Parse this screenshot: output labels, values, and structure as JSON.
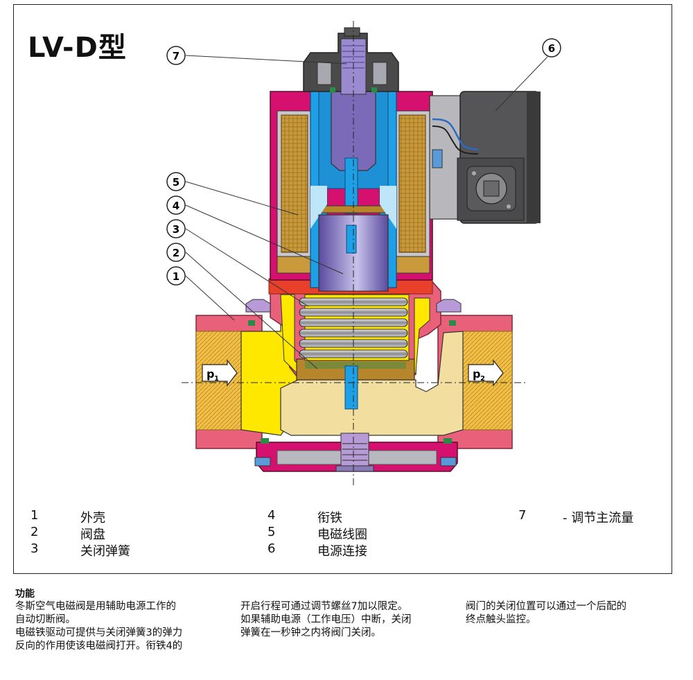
{
  "title": "LV-D型",
  "callouts": [
    "1",
    "2",
    "3",
    "4",
    "5",
    "6",
    "7"
  ],
  "pressure_labels": {
    "p1_main": "p",
    "p1_sub": "1",
    "p2_main": "p",
    "p2_sub": "2"
  },
  "legend": [
    {
      "num": "1",
      "label": "外壳"
    },
    {
      "num": "2",
      "label": "阀盘"
    },
    {
      "num": "3",
      "label": "关闭弹簧"
    },
    {
      "num": "4",
      "label": "衔铁"
    },
    {
      "num": "5",
      "label": "电磁线圈"
    },
    {
      "num": "6",
      "label": "电源连接"
    },
    {
      "num": "7",
      "label": "- 调节主流量"
    }
  ],
  "function": {
    "heading": "功能",
    "col1": [
      "冬斯空气电磁阀是用辅助电源工作的",
      "自动切断阀。",
      "电磁铁驱动可提供与关闭弹簧3的弹力",
      "反向的作用使该电磁阀打开。衔铁4的"
    ],
    "col2": [
      "开启行程可通过调节螺丝7加以限定。",
      "如果辅助电源（工作电压）中断，关闭",
      "弹簧在一秒钟之内将阀门关闭。"
    ],
    "col3": [
      "阀门的关闭位置可以通过一个后配的",
      "终点触头监控。"
    ]
  },
  "colors": {
    "body_pink": "#e8607a",
    "magenta": "#d6106e",
    "yellow": "#ffe800",
    "cream": "#f2dfa0",
    "cyan": "#1ea0e6",
    "purple": "#7a6ab8",
    "coil": "#c89a3c",
    "dark_gray": "#4a4a4a",
    "red": "#e8402a",
    "brown": "#b8862a"
  }
}
